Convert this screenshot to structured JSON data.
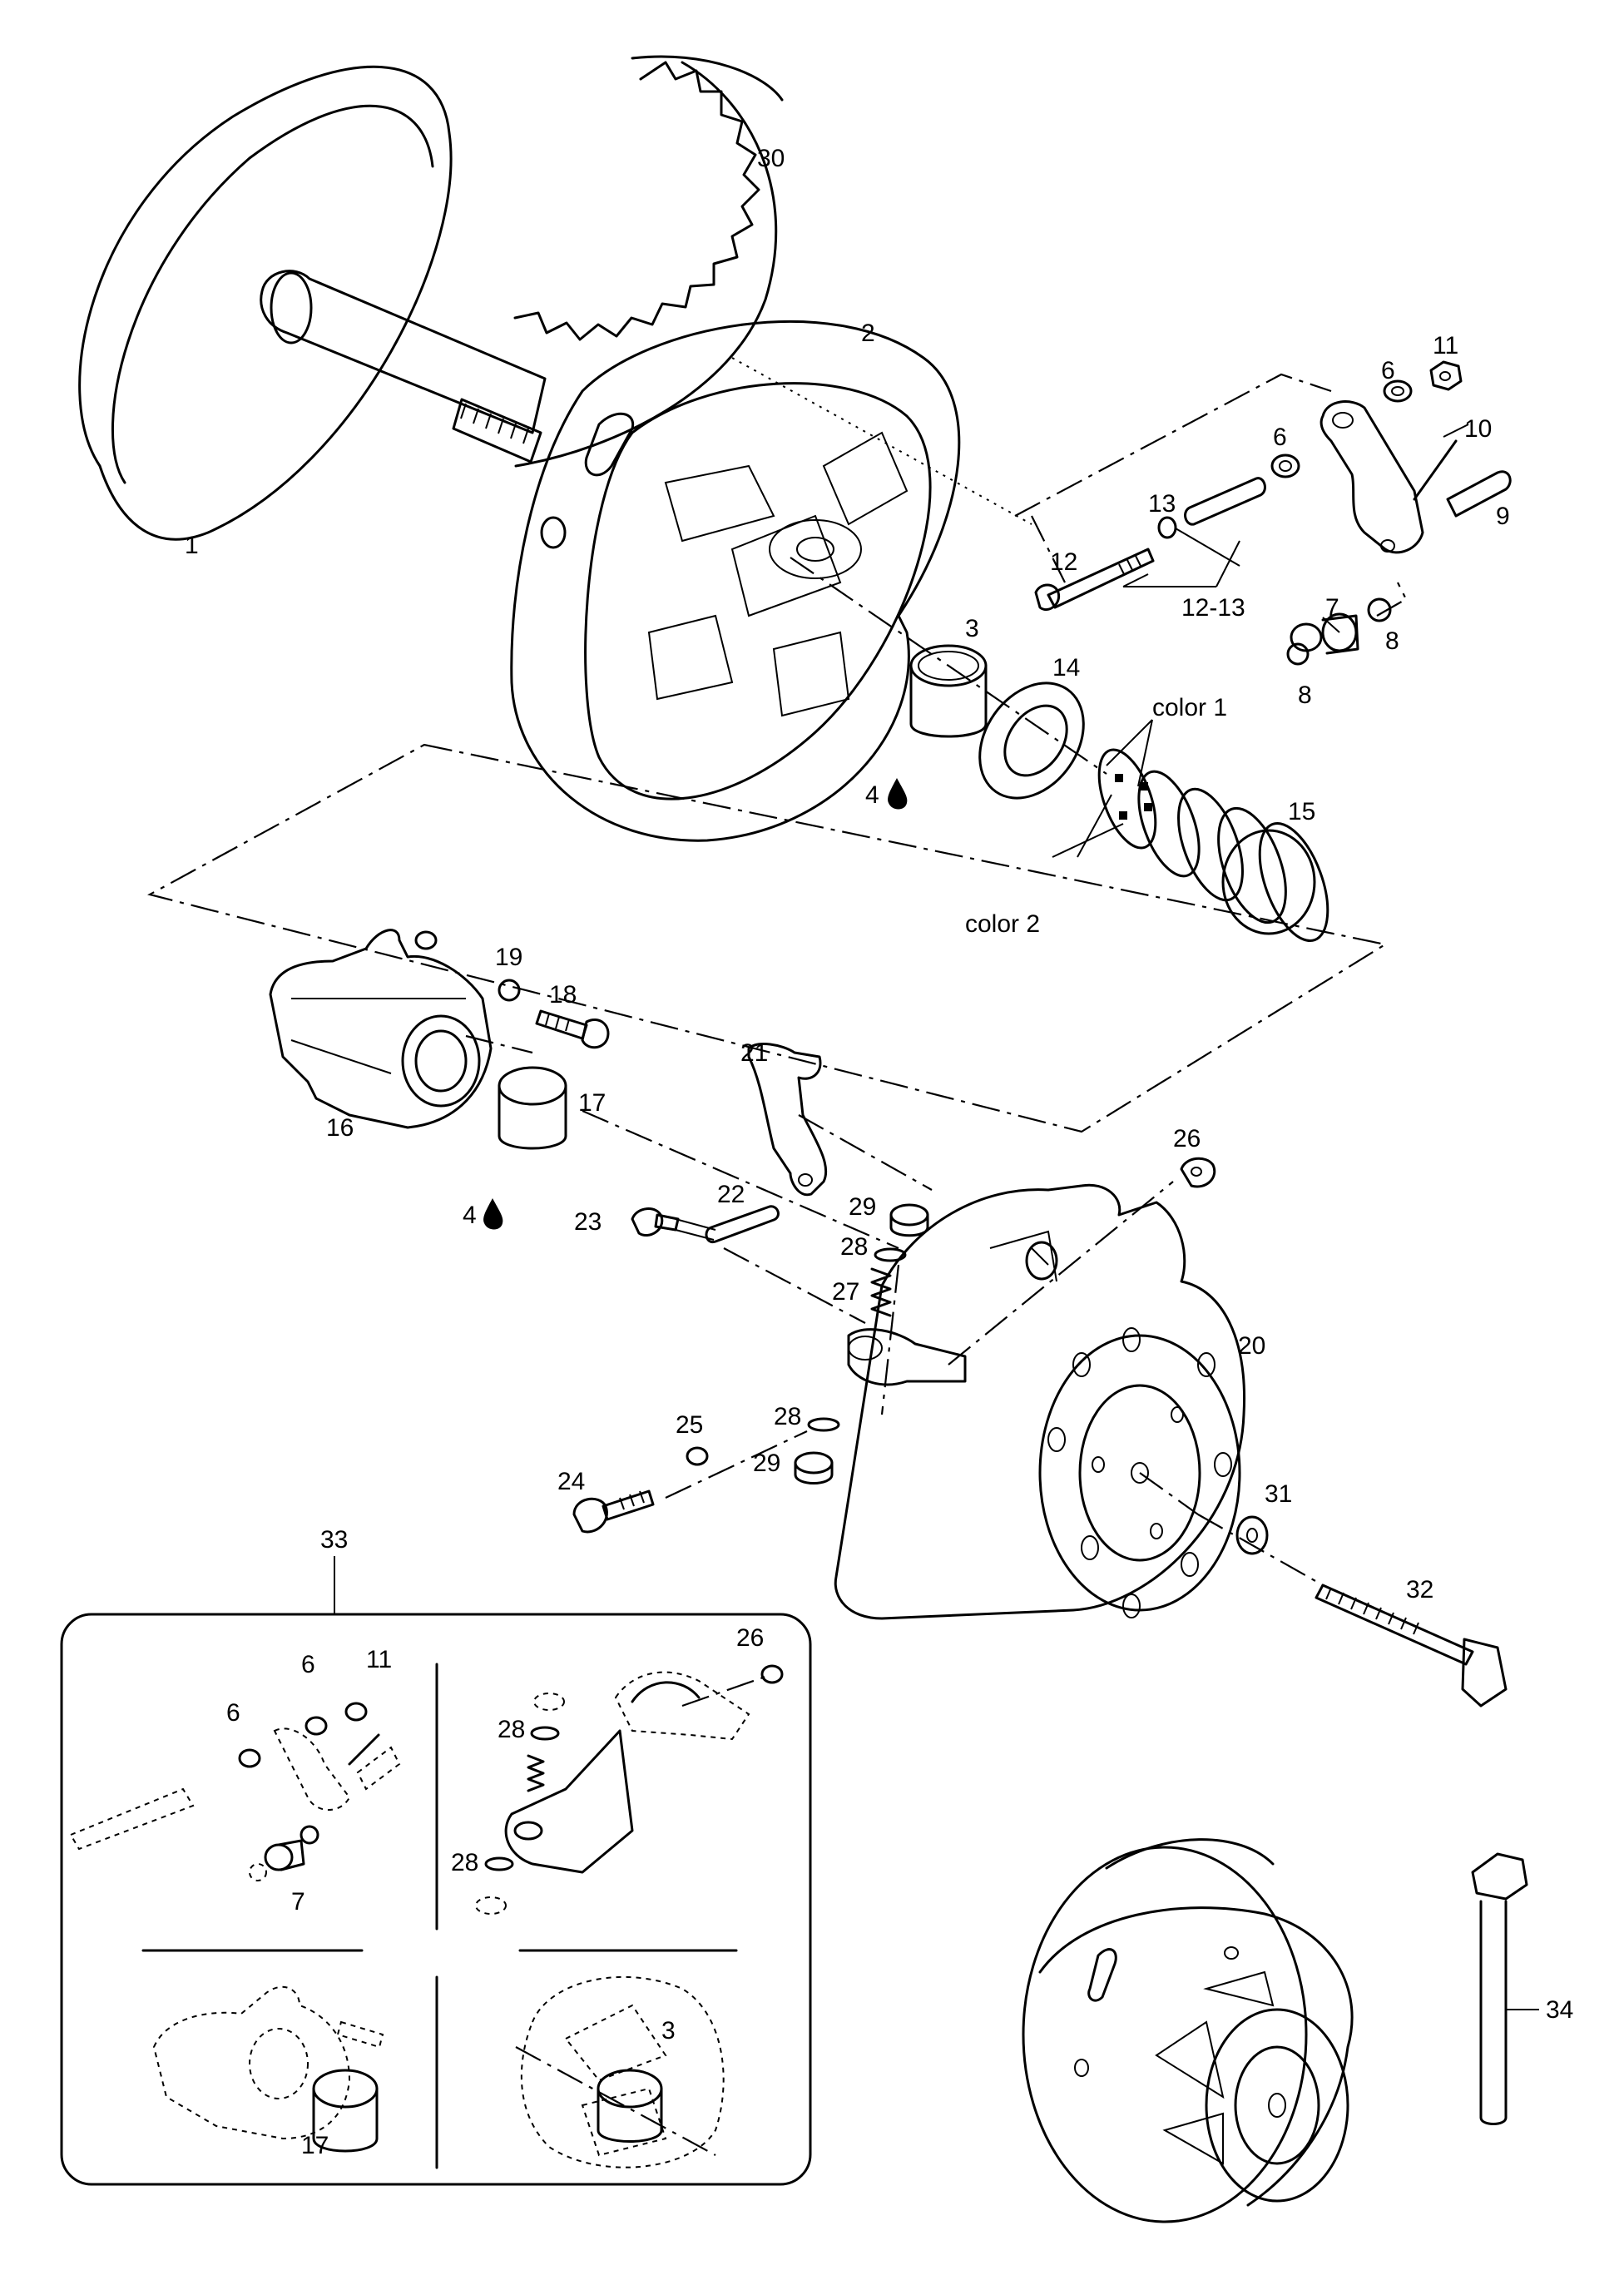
{
  "callouts": {
    "c1": "1",
    "c2": "2",
    "c3": "3",
    "c4a": "4",
    "c4b": "4",
    "c6a": "6",
    "c6b": "6",
    "c7": "7",
    "c8a": "8",
    "c8b": "8",
    "c9": "9",
    "c10": "10",
    "c11": "11",
    "c12": "12",
    "c13": "13",
    "c1213": "12-13",
    "c14": "14",
    "c15": "15",
    "c16": "16",
    "c17": "17",
    "c18": "18",
    "c19": "19",
    "c20": "20",
    "c21": "21",
    "c22": "22",
    "c23": "23",
    "c24": "24",
    "c25": "25",
    "c26": "26",
    "c27": "27",
    "c28a": "28",
    "c28b": "28",
    "c29a": "29",
    "c29b": "29",
    "c30": "30",
    "c31": "31",
    "c32": "32",
    "c33": "33",
    "c34": "34",
    "color1": "color 1",
    "color2": "color 2"
  },
  "inset": {
    "c6a": "6",
    "c6b": "6",
    "c11": "11",
    "c7": "7",
    "c26": "26",
    "c28a": "28",
    "c28b": "28",
    "c17": "17",
    "c3": "3"
  },
  "icons": {
    "lubricant": "oil-drop-icon"
  }
}
